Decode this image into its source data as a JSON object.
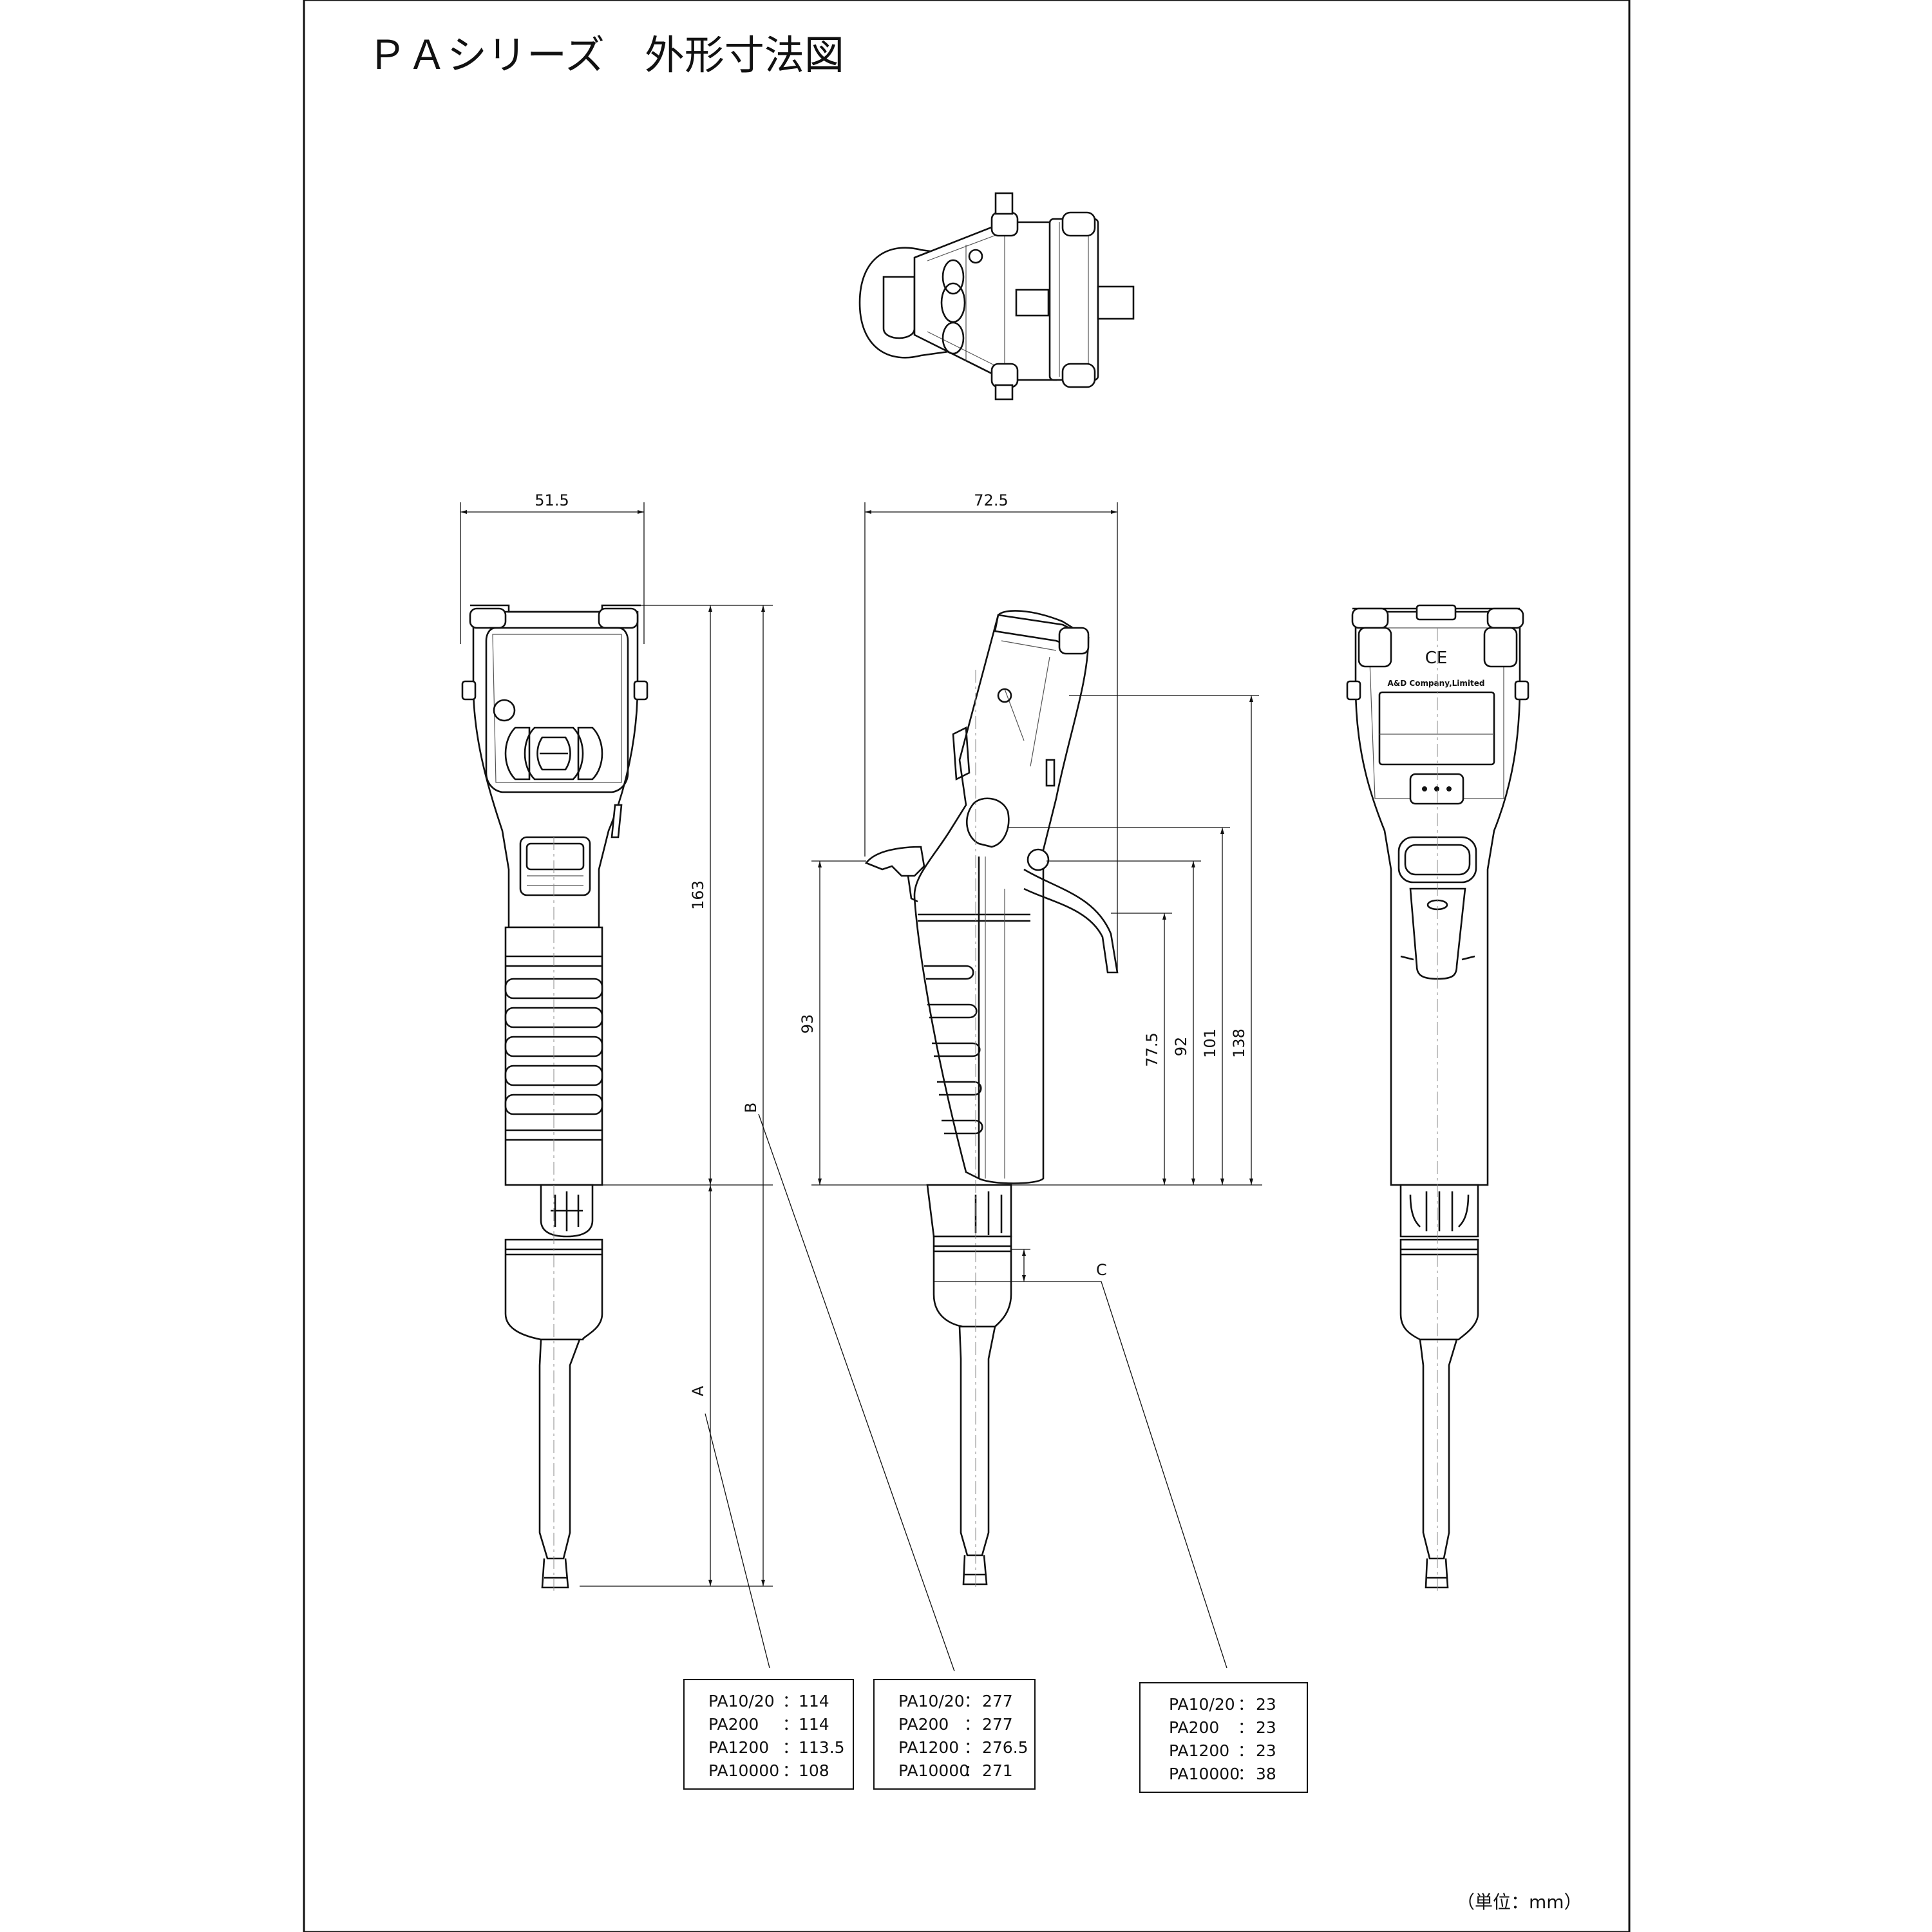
{
  "title": "ＰＡシリーズ　外形寸法図",
  "unit_note": "（単位：mm）",
  "front_view": {
    "width_dim": "51.5",
    "height_dim": "163",
    "tip_callout": "A"
  },
  "side_view": {
    "width_dim": "72.5",
    "grip_height_dim": "93",
    "dim_77_5": "77.5",
    "dim_92": "92",
    "dim_101": "101",
    "dim_138": "138",
    "overall_callout": "B",
    "ejector_callout": "C"
  },
  "back_view": {
    "ce_mark": "CE",
    "brand": "A&D Company,Limited"
  },
  "tables": {
    "A": [
      {
        "model": "PA10/20",
        "value": "114"
      },
      {
        "model": "PA200",
        "value": "114"
      },
      {
        "model": "PA1200",
        "value": "113.5"
      },
      {
        "model": "PA10000",
        "value": "108"
      }
    ],
    "B": [
      {
        "model": "PA10/20",
        "value": "277"
      },
      {
        "model": "PA200",
        "value": "277"
      },
      {
        "model": "PA1200",
        "value": "276.5"
      },
      {
        "model": "PA10000",
        "value": "271"
      }
    ],
    "C": [
      {
        "model": "PA10/20",
        "value": "23"
      },
      {
        "model": "PA200",
        "value": "23"
      },
      {
        "model": "PA1200",
        "value": "23"
      },
      {
        "model": "PA10000",
        "value": "38"
      }
    ]
  },
  "separator": "："
}
